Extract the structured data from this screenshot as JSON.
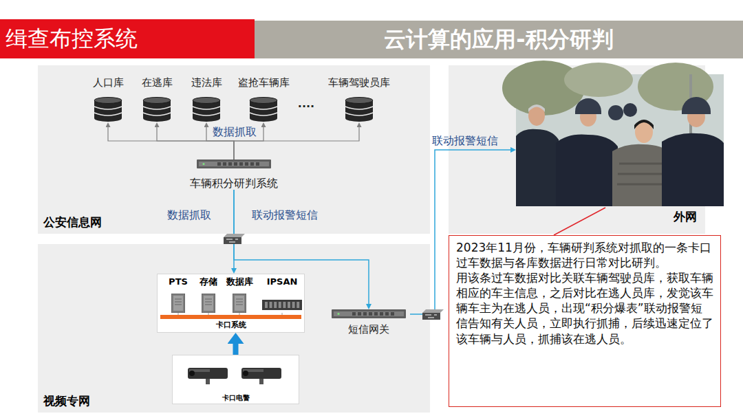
{
  "diagram": {
    "title": "云计算的应用-积分研判",
    "nodes": [
      {
        "text": [
          "缉查布控系统"
        ]
      },
      {
        "text": [
          "公安信息网"
        ]
      },
      {
        "text": [
          "人口库"
        ],
        "in": 1
      },
      {
        "text": [
          "在逃库"
        ],
        "in": 1
      },
      {
        "text": [
          "违法库"
        ],
        "in": 1
      },
      {
        "text": [
          "盗抢车辆库"
        ],
        "in": 1
      },
      {
        "text": [
          "车辆驾驶员库"
        ],
        "in": 1
      },
      {
        "text": [
          "车辆积分研判系统"
        ],
        "in": 1
      },
      {
        "text": [
          "视频专网"
        ]
      },
      {
        "text": [
          "卡口系统"
        ],
        "in": 8
      },
      {
        "text": [
          "PTS"
        ],
        "in": 9
      },
      {
        "text": [
          "存储"
        ],
        "in": 9
      },
      {
        "text": [
          "数据库"
        ],
        "in": 9
      },
      {
        "text": [
          "IPSAN"
        ],
        "in": 9
      },
      {
        "text": [
          "卡口电警"
        ],
        "in": 8
      },
      {
        "text": [
          "短信网关"
        ],
        "in": 8
      },
      {
        "text": [
          "外网"
        ]
      },
      {
        "text": [
          "2023年11月份，车辆研判系统对抓取的一条卡口过车数据与各库数据进行日常对比研判。",
          "用该条过车数据对比关联车辆驾驶员库，获取车辆相应的车主信息，之后对比在逃人员库，发觉该车辆车主为在逃人员，出现“积分爆表”联动报警短信告知有关人员，立即执行抓捕，后续迅速定位了该车辆与人员，抓捕该在逃人员。"
        ]
      }
    ],
    "edges": [
      {
        "from": 7,
        "to": 2,
        "arrow": "to"
      },
      {
        "from": 7,
        "to": 3,
        "arrow": "to"
      },
      {
        "from": 7,
        "to": 4,
        "arrow": "to",
        "label": "数据抓取"
      },
      {
        "from": 7,
        "to": 5,
        "arrow": "to"
      },
      {
        "from": 7,
        "to": 6,
        "arrow": "to"
      },
      {
        "from": 7,
        "to": 9,
        "arrow": "to",
        "label": "数据抓取"
      },
      {
        "from": 7,
        "to": 15,
        "arrow": "to",
        "label": "联动报警短信"
      },
      {
        "from": 15,
        "to": 16,
        "arrow": "to",
        "label": "联动报警短信"
      },
      {
        "from": 14,
        "to": 9,
        "arrow": "to"
      },
      {
        "from": 16,
        "to": 17,
        "arrow": "none"
      }
    ],
    "labels": [
      "...."
    ]
  }
}
